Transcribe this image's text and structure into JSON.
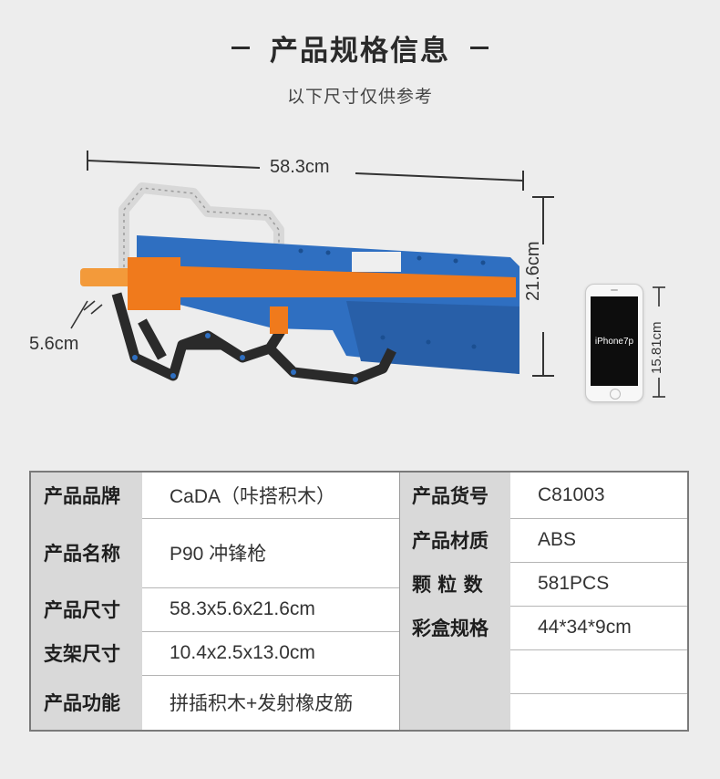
{
  "header": {
    "title": "产品规格信息",
    "subtitle": "以下尺寸仅供参考"
  },
  "dimensions": {
    "length": "58.3cm",
    "width": "5.6cm",
    "height": "21.6cm",
    "phone_model": "iPhone7p",
    "phone_height": "15.81cm"
  },
  "colors": {
    "body_blue": "#2f6fc1",
    "rail_orange": "#f07a1c",
    "frame_black": "#2a2a2a",
    "label_bg": "#d9d9d9"
  },
  "specs": {
    "left": [
      {
        "label": "产品品牌",
        "value": "CaDA（咔搭积木）"
      },
      {
        "label": "产品名称",
        "value": "P90 冲锋枪"
      },
      {
        "label": "产品尺寸",
        "value": "58.3x5.6x21.6cm"
      },
      {
        "label": "支架尺寸",
        "value": "10.4x2.5x13.0cm"
      },
      {
        "label": "产品功能",
        "value": "拼插积木+发射橡皮筋"
      }
    ],
    "right": [
      {
        "label": "产品货号",
        "value": "C81003"
      },
      {
        "label": "产品材质",
        "value": "ABS"
      },
      {
        "label": "颗 粒 数",
        "value": "581PCS"
      },
      {
        "label": "彩盒规格",
        "value": "44*34*9cm"
      },
      {
        "label": "",
        "value": ""
      },
      {
        "label": "",
        "value": ""
      }
    ]
  }
}
